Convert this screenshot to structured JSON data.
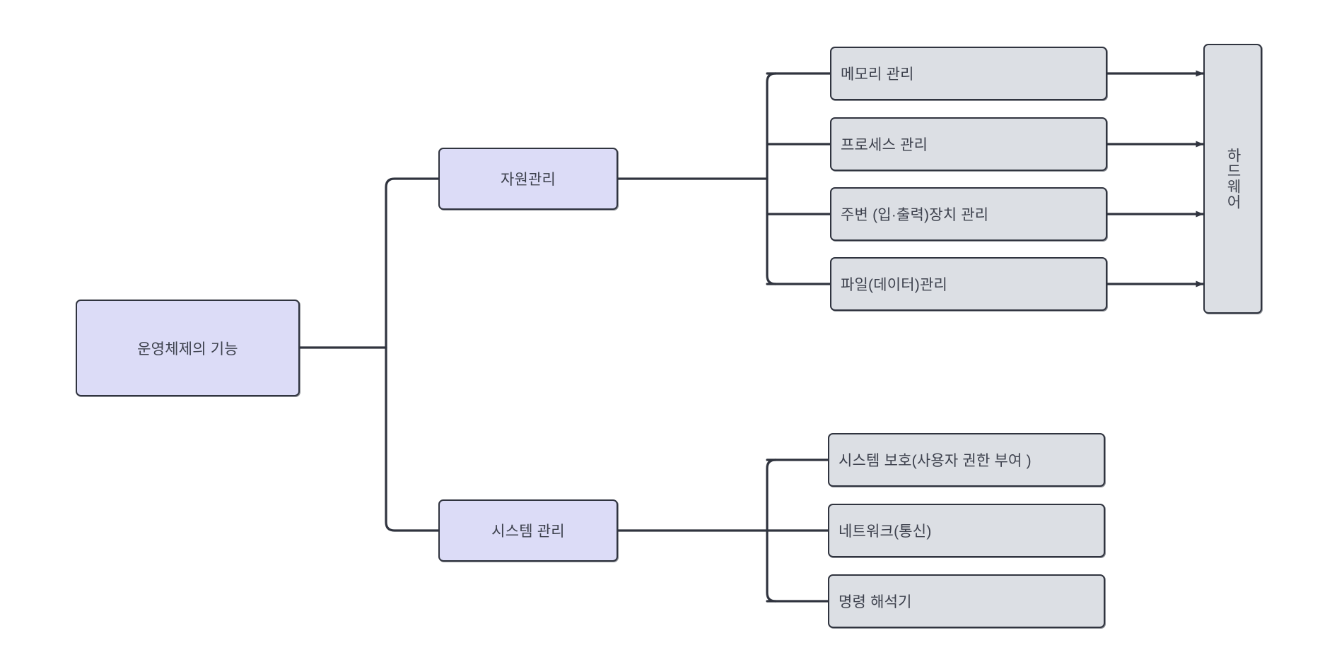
{
  "diagram": {
    "type": "hierarchy-tree",
    "orientation": "left-to-right",
    "background": "#ffffff",
    "colors": {
      "branch_fill": "#dcdcf7",
      "leaf_fill": "#dcdfe4",
      "stroke": "#30343f",
      "text": "#3d414d"
    },
    "root": {
      "label": "운영체제의 기능"
    },
    "branches": [
      {
        "id": "resource",
        "label": "자원관리",
        "children": [
          {
            "id": "memory",
            "label": "메모리 관리"
          },
          {
            "id": "process",
            "label": "프로세스 관리"
          },
          {
            "id": "device",
            "label": "주변 (입·출력)장치 관리"
          },
          {
            "id": "file",
            "label": "파일(데이터)관리"
          }
        ]
      },
      {
        "id": "system",
        "label": "시스템 관리",
        "children": [
          {
            "id": "protection",
            "label": "시스템 보호(사용자 권한 부여 )"
          },
          {
            "id": "network",
            "label": "네트워크(통신)"
          },
          {
            "id": "shell",
            "label": "명령 해석기"
          }
        ]
      }
    ],
    "target": {
      "id": "hardware",
      "label": "하드웨어",
      "orientation": "vertical-text",
      "incoming_arrows": 4
    }
  }
}
